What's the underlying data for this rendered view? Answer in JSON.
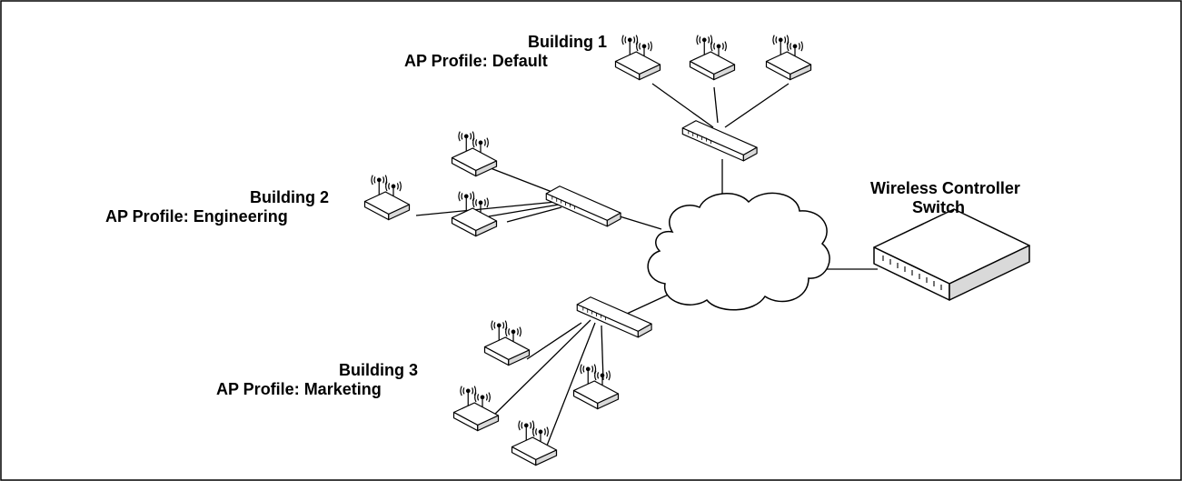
{
  "buildings": [
    {
      "name": "Building 1",
      "profile": "AP Profile: Default"
    },
    {
      "name": "Building 2",
      "profile": "AP Profile: Engineering"
    },
    {
      "name": "Building 3",
      "profile": "AP Profile: Marketing"
    }
  ],
  "controller": {
    "line1": "Wireless Controller",
    "line2": "Switch"
  },
  "colors": {
    "stroke": "#000000",
    "cloud_fill": "#ffffff",
    "device_fill": "#ffffff",
    "device_shade": "#d9d9d9"
  }
}
